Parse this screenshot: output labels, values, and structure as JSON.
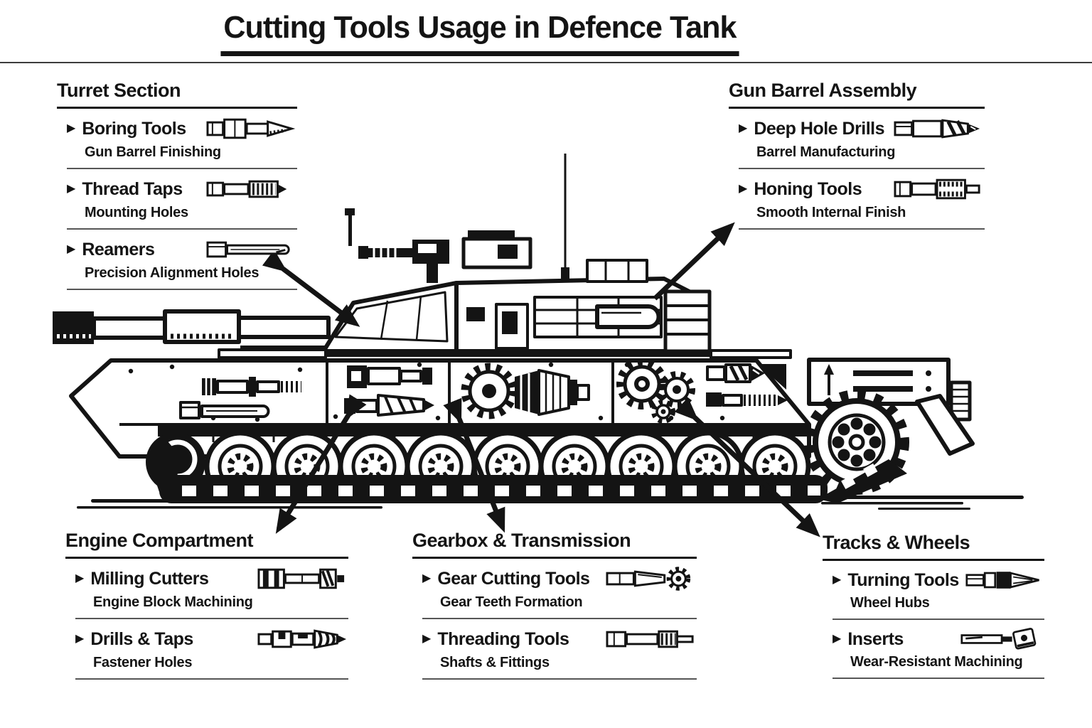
{
  "title": "Cutting Tools Usage in Defence Tank",
  "bullet": "▶",
  "colors": {
    "ink": "#141414",
    "background": "#ffffff",
    "divider": "#565656"
  },
  "illustration": {
    "name": "defence-tank-side-view"
  },
  "sections": [
    {
      "id": "turret-section",
      "title": "Turret Section",
      "items": [
        {
          "label": "Boring Tools",
          "desc": "Gun Barrel Finishing",
          "icon": "boring-tool-icon"
        },
        {
          "label": "Thread Taps",
          "desc": "Mounting Holes",
          "icon": "thread-tap-icon"
        },
        {
          "label": "Reamers",
          "desc": "Precision Alignment Holes",
          "icon": "reamer-icon"
        }
      ]
    },
    {
      "id": "gun-barrel-assembly",
      "title": "Gun Barrel Assembly",
      "items": [
        {
          "label": "Deep Hole Drills",
          "desc": "Barrel Manufacturing",
          "icon": "deep-hole-drill-icon"
        },
        {
          "label": "Honing Tools",
          "desc": "Smooth Internal Finish",
          "icon": "honing-tool-icon"
        }
      ]
    },
    {
      "id": "engine-compartment",
      "title": "Engine Compartment",
      "items": [
        {
          "label": "Milling Cutters",
          "desc": "Engine Block Machining",
          "icon": "milling-cutter-icon"
        },
        {
          "label": "Drills & Taps",
          "desc": "Fastener Holes",
          "icon": "drill-tap-icon"
        }
      ]
    },
    {
      "id": "gearbox-transmission",
      "title": "Gearbox & Transmission",
      "items": [
        {
          "label": "Gear Cutting Tools",
          "desc": "Gear Teeth Formation",
          "icon": "gear-cutting-tool-icon"
        },
        {
          "label": "Threading Tools",
          "desc": "Shafts & Fittings",
          "icon": "threading-tool-icon"
        }
      ]
    },
    {
      "id": "tracks-wheels",
      "title": "Tracks & Wheels",
      "items": [
        {
          "label": "Turning Tools",
          "desc": "Wheel Hubs",
          "icon": "turning-tool-icon"
        },
        {
          "label": "Inserts",
          "desc": "Wear-Resistant Machining",
          "icon": "insert-icon"
        }
      ]
    }
  ],
  "connections": [
    {
      "from": "turret-section",
      "to": "tank-turret",
      "style": "double-headed-arrow"
    },
    {
      "from": "tank-turret-rear",
      "to": "gun-barrel-assembly",
      "style": "single-headed-arrow"
    },
    {
      "from": "tank-hull-front",
      "to": "engine-compartment",
      "style": "double-headed-arrow"
    },
    {
      "from": "tank-hull-middle",
      "to": "gearbox-transmission",
      "style": "double-headed-arrow"
    },
    {
      "from": "tank-hull-rear",
      "to": "tracks-wheels",
      "style": "double-headed-arrow"
    }
  ]
}
